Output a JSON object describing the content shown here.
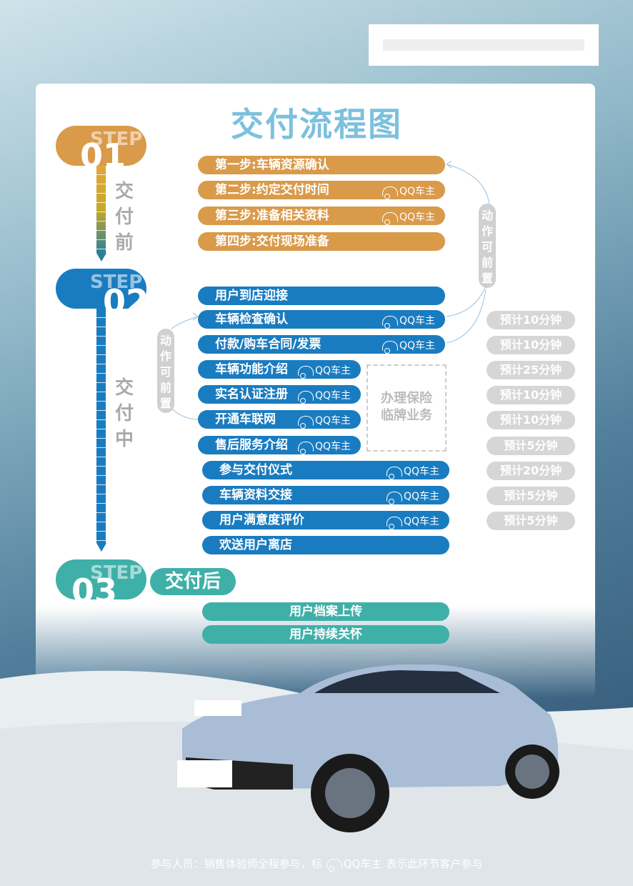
{
  "title": "交付流程图",
  "colors": {
    "stage1": "#d99a4a",
    "stage2": "#1a7cc0",
    "stage3": "#3fb0a8",
    "title": "#7cc0de",
    "time_pill": "#d6d6d6"
  },
  "badge": {
    "icon": "qq-car-icon",
    "text": "QQ车主"
  },
  "steps": [
    {
      "word": "STEP",
      "num": "01",
      "label": "交付前"
    },
    {
      "word": "STEP",
      "num": "02",
      "label": "交付中"
    },
    {
      "word": "STEP",
      "num": "03",
      "label": "交付后"
    }
  ],
  "side_note": "动作可前置",
  "stage1_rows": [
    {
      "text": "第一步:车辆资源确认",
      "badge": false
    },
    {
      "text": "第二步:约定交付时间",
      "badge": true
    },
    {
      "text": "第三步:准备相关资料",
      "badge": true
    },
    {
      "text": "第四步:交付现场准备",
      "badge": false
    }
  ],
  "stage2_rows": [
    {
      "text": "用户到店迎接",
      "badge": false,
      "time": ""
    },
    {
      "text": "车辆检查确认",
      "badge": true,
      "time": "预计10分钟"
    },
    {
      "text": "付款/购车合同/发票",
      "badge": true,
      "time": "预计10分钟"
    },
    {
      "text": "车辆功能介绍",
      "badge": true,
      "time": "预计25分钟"
    },
    {
      "text": "实名认证注册",
      "badge": true,
      "time": "预计10分钟"
    },
    {
      "text": "开通车联网",
      "badge": true,
      "time": "预计10分钟"
    },
    {
      "text": "售后服务介绍",
      "badge": true,
      "time": "预计5分钟"
    },
    {
      "text": "参与交付仪式",
      "badge": true,
      "time": "预计20分钟"
    },
    {
      "text": "车辆资料交接",
      "badge": true,
      "time": "预计5分钟"
    },
    {
      "text": "用户满意度评价",
      "badge": true,
      "time": "预计5分钟"
    },
    {
      "text": "欢送用户离店",
      "badge": false,
      "time": ""
    }
  ],
  "insurance_box": [
    "办理保险",
    "临牌业务"
  ],
  "stage3_rows": [
    "用户档案上传",
    "用户持续关怀"
  ],
  "footer": {
    "before": "参与人员：销售体验师全程参与，标",
    "after": "表示此环节客户参与"
  }
}
